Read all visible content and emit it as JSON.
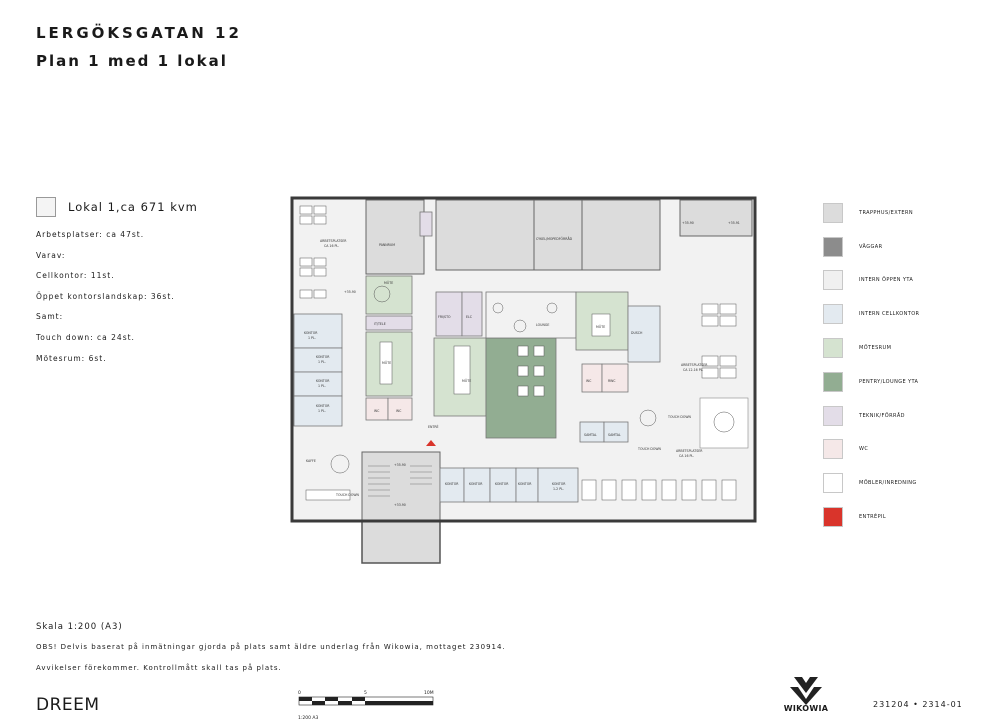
{
  "header": {
    "title": "LERGÖKSGATAN 12",
    "subtitle": "Plan 1 med 1 lokal"
  },
  "info": {
    "lokal_label": "Lokal 1,ca 671 kvm",
    "lines": [
      "Arbetsplatser: ca 47st.",
      "Varav:",
      "Cellkontor: 11st.",
      "Öppet kontorslandskap: 36st.",
      "Samt:",
      "Touch down: ca 24st.",
      "Mötesrum: 6st."
    ]
  },
  "legend": [
    {
      "label": "TRAPPHUS/EXTERN",
      "color": "#dcdcdc"
    },
    {
      "label": "VÄGGAR",
      "color": "#8c8c8c"
    },
    {
      "label": "INTERN ÖPPEN YTA",
      "color": "#f0f0f0"
    },
    {
      "label": "INTERN CELLKONTOR",
      "color": "#e3eaf0"
    },
    {
      "label": "MÖTESRUM",
      "color": "#d5e3d0"
    },
    {
      "label": "PENTRY/LOUNGE YTA",
      "color": "#92ad92"
    },
    {
      "label": "TEKNIK/FÖRRÅD",
      "color": "#e3dde8"
    },
    {
      "label": "WC",
      "color": "#f5e8e8"
    },
    {
      "label": "MÖBLER/INREDNING",
      "color": "#ffffff"
    },
    {
      "label": "ENTRÉPIL",
      "color": "#d9342b"
    }
  ],
  "plan_labels": {
    "ws_left": "ARBETSPLATSER",
    "ws_left_count": "CA 16 PL.",
    "ws_right": "ARBETSPLATSER",
    "ws_right_count": "CA 12-16 PL.",
    "ws_bottom": "ARBETSPLATSER",
    "ws_bottom_count": "CA 16 PL.",
    "pannrum": "PANNRUM",
    "cykel": "CYKEL/MOPEDFÖRRÅD",
    "mote": "MÖTE",
    "fri": "FRI/STO",
    "elc": "ELC",
    "lounge": "LOUNGE",
    "kontor1": "KONTOR",
    "kontor1_pl": "1 PL.",
    "kontor2": "KONTOR",
    "kontor2_pl": "1 PL.",
    "kontor3": "KONTOR",
    "kontor3_pl": "1 PL.",
    "kontor4": "KONTOR",
    "kontor4_pl": "1 PL.",
    "kontor_b1": "KONTOR",
    "kontor_b2": "KONTOR",
    "kontor_b3": "KONTOR",
    "kontor_b4": "KONTOR",
    "kontor_b5": "KONTOR",
    "kontor_b5_pl": "1-2 PL.",
    "kaffe": "KAFFE",
    "touchdown1": "TOUCH DOWN",
    "touchdown2": "TOUCH DOWN",
    "touchdown3": "TOUCH DOWN",
    "wc1": "WC",
    "wc2": "WC",
    "wc3": "WC",
    "rwc": "RWC",
    "dusch": "DUSCH",
    "samtal1": "SAMTAL",
    "samtal2": "SAMTAL",
    "entre": "ENTRÉ",
    "it": "IT/TELE",
    "lev1": "+35.90",
    "lev2": "+35.90",
    "lev3": "+35.91",
    "lev4": "+33.90",
    "lev5": "+35.90"
  },
  "footer": {
    "scale": "Skala 1:200 (A3)",
    "note1": "OBS! Delvis baserat på inmätningar gjorda på plats samt äldre underlag från Wikowia, mottaget 230914.",
    "note2": "Avvikelser förekommer. Kontrollmått skall tas på plats.",
    "brand_left": "DREEM",
    "scalebar_labels": [
      "0",
      "5",
      "10M"
    ],
    "scalebar_caption": "1:200 A3",
    "logo_text": "WIKOWIA",
    "docnum": "231204 • 2314-01"
  }
}
